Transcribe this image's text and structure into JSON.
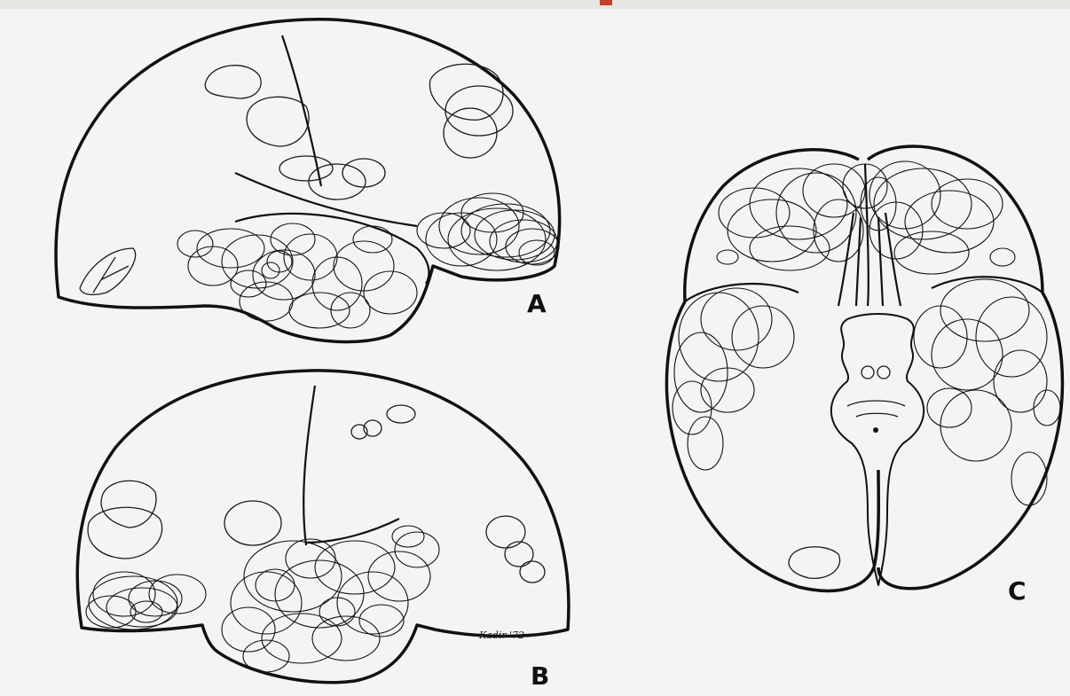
{
  "figure": {
    "panels": [
      {
        "id": "A",
        "label": "A",
        "view": "lateral"
      },
      {
        "id": "B",
        "label": "B",
        "view": "lateral"
      },
      {
        "id": "C",
        "label": "C",
        "view": "basal"
      }
    ]
  }
}
